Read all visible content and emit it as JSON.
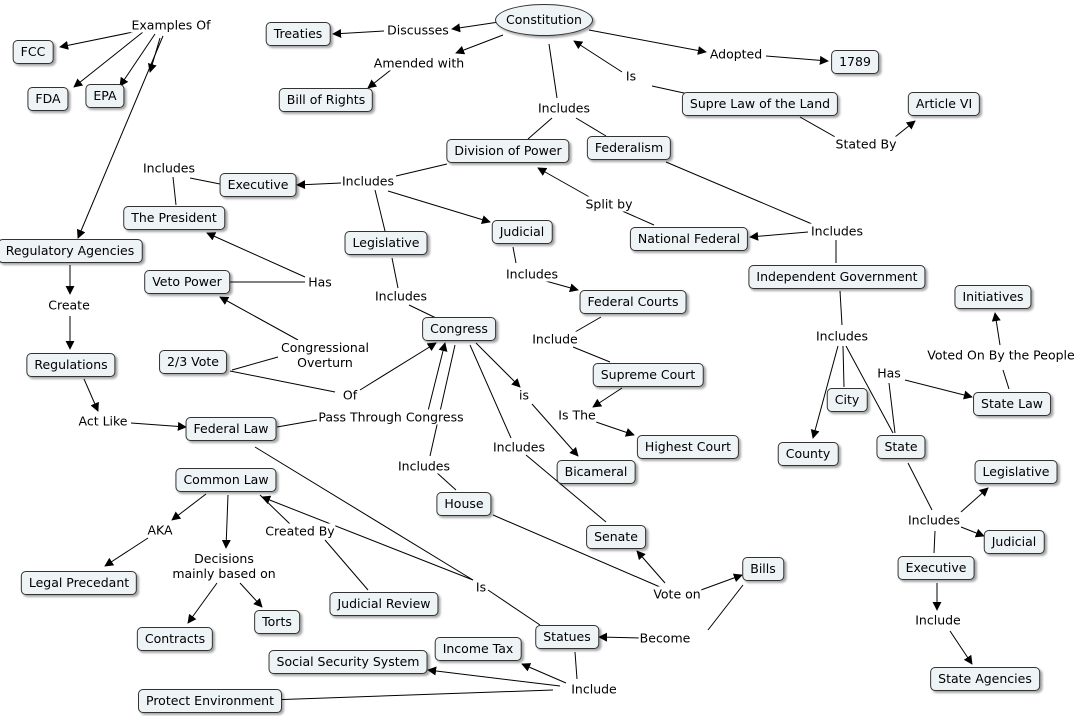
{
  "concepts": {
    "constitution": "Constitution",
    "treaties": "Treaties",
    "bill_of_rights": "Bill of Rights",
    "y1789": "1789",
    "supreme_law": "Supre Law of the Land",
    "article_vi": "Article VI",
    "division_of_power": "Division of Power",
    "federalism": "Federalism",
    "executive": "Executive",
    "president": "The President",
    "regulatory_agencies": "Regulatory Agencies",
    "fcc": "FCC",
    "fda": "FDA",
    "epa": "EPA",
    "legislative": "Legislative",
    "judicial": "Judicial",
    "national_federal": "National Federal",
    "independent_government": "Independent Government",
    "veto_power": "Veto Power",
    "two_thirds_vote": "2/3 Vote",
    "regulations": "Regulations",
    "congress": "Congress",
    "federal_courts": "Federal Courts",
    "supreme_court": "Supreme Court",
    "highest_court": "Highest Court",
    "bicameral": "Bicameral",
    "federal_law": "Federal Law",
    "common_law": "Common Law",
    "legal_precedent": "Legal Precedant",
    "contracts": "Contracts",
    "torts": "Torts",
    "judicial_review": "Judicial Review",
    "house": "House",
    "senate": "Senate",
    "bills": "Bills",
    "statues": "Statues",
    "income_tax": "Income Tax",
    "social_security": "Social Security System",
    "protect_environment": "Protect Environment",
    "initiatives": "Initiatives",
    "state_law": "State Law",
    "city": "City",
    "county": "County",
    "state": "State",
    "state_legislative": "Legislative",
    "state_judicial": "Judicial",
    "state_executive": "Executive",
    "state_agencies": "State Agencies"
  },
  "linking_phrases": {
    "examples_of": "Examples Of",
    "discusses": "Discusses",
    "amended_with": "Amended with",
    "adopted": "Adopted",
    "is_supreme": "Is",
    "includes_const": "Includes",
    "stated_by": "Stated By",
    "includes_exec": "Includes",
    "includes_div": "Includes",
    "split_by": "Split by",
    "includes_fed": "Includes",
    "has_veto": "Has",
    "create": "Create",
    "includes_legis": "Includes",
    "includes_jud": "Includes",
    "congressional_overturn": "Congressional\nOverturn",
    "of": "Of",
    "include_courts": "Include",
    "is_bicameral": "is",
    "is_the": "Is The",
    "act_like": "Act Like",
    "pass_through_congress": "Pass Through Congress",
    "includes_house": "Includes",
    "includes_senate": "Includes",
    "aka": "AKA",
    "decisions_based_on": "Decisions\nmainly based on",
    "created_by": "Created By",
    "is_statues": "Is",
    "vote_on": "Vote on",
    "become": "Become",
    "include_statues": "Include",
    "includes_indep": "Includes",
    "has_state": "Has",
    "voted_on": "Voted On By the People",
    "includes_state": "Includes",
    "include_agencies": "Include"
  }
}
